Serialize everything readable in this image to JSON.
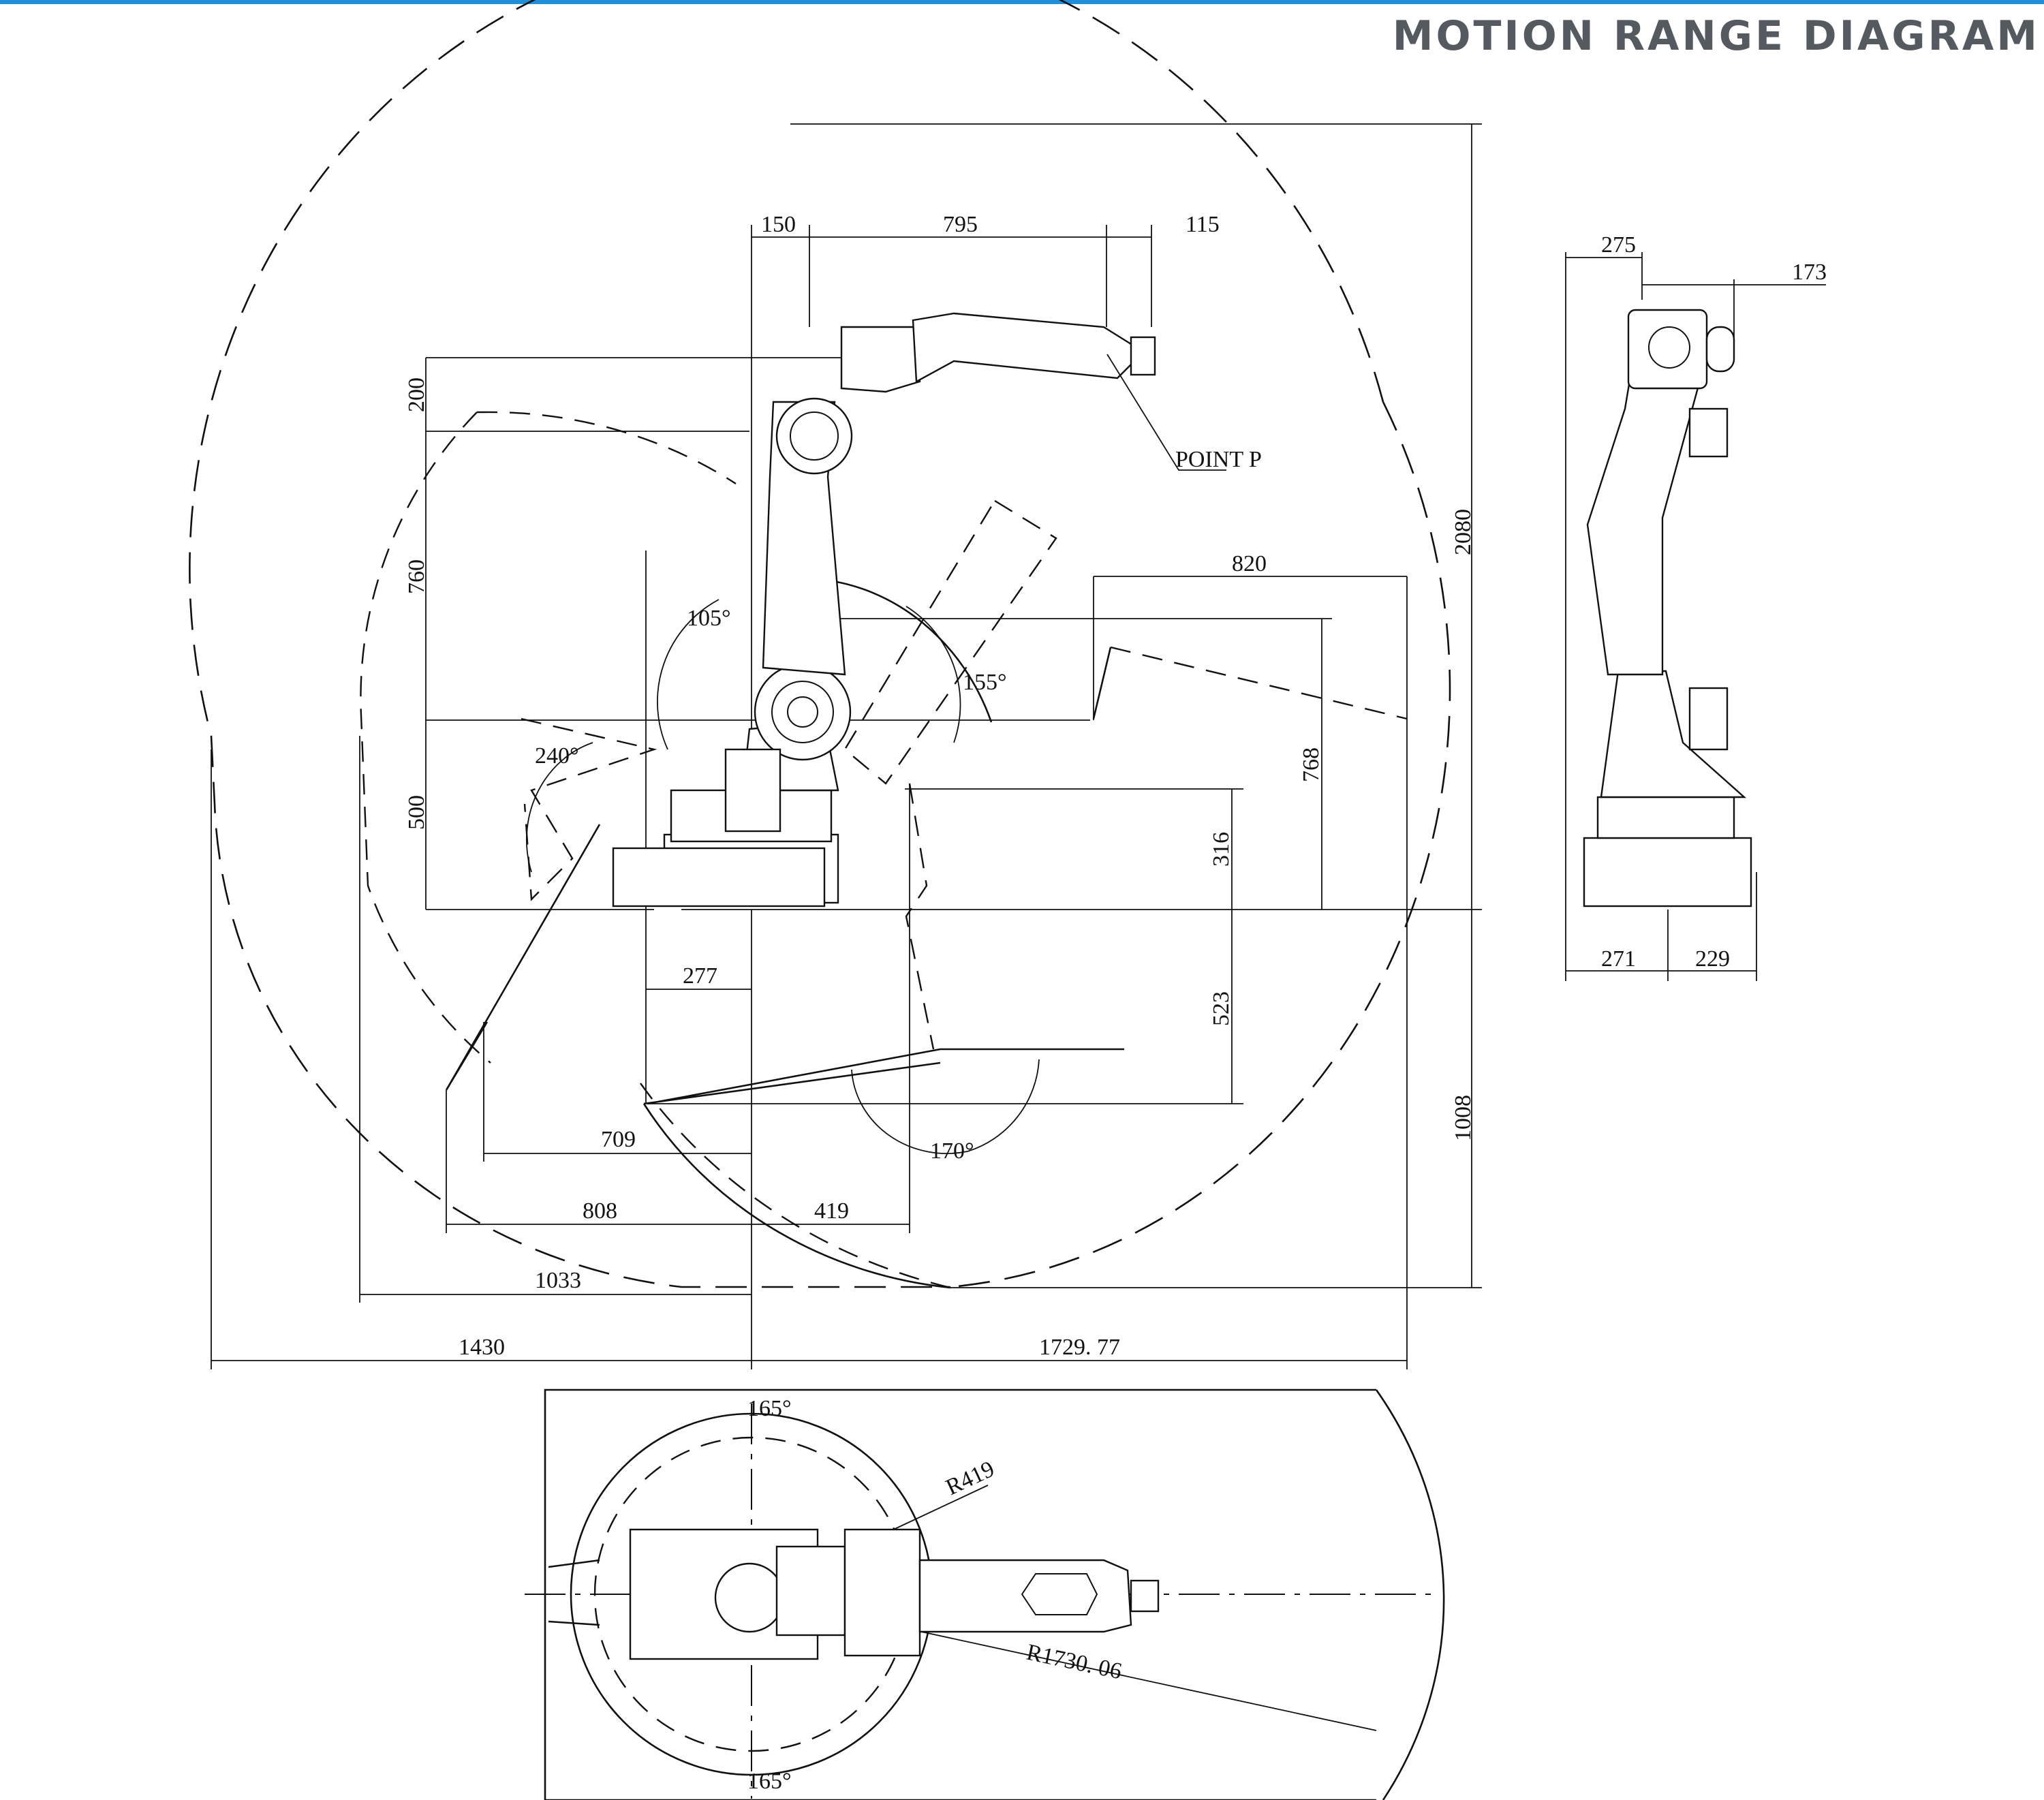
{
  "header": {
    "title": "MOTION RANGE DIAGRAM",
    "accent_color": "#1f8fdc",
    "title_color": "#555a60"
  },
  "side_view": {
    "top": [
      "150",
      "795",
      "115"
    ],
    "left": [
      "200",
      "760",
      "500"
    ],
    "right": [
      "2080",
      "1008"
    ],
    "inner": [
      "820",
      "768",
      "316",
      "523",
      "277"
    ],
    "angles": [
      "105°",
      "155°",
      "240°",
      "170°"
    ],
    "bottom": [
      "709",
      "808",
      "419",
      "1033",
      "1430",
      "1729. 77"
    ],
    "label": "POINT P"
  },
  "front_view": {
    "top": [
      "275",
      "173"
    ],
    "bottom": [
      "271",
      "229"
    ]
  },
  "plan_view": {
    "angles": [
      "165°",
      "165°"
    ],
    "radii": [
      "R419",
      "R1730. 06"
    ]
  }
}
